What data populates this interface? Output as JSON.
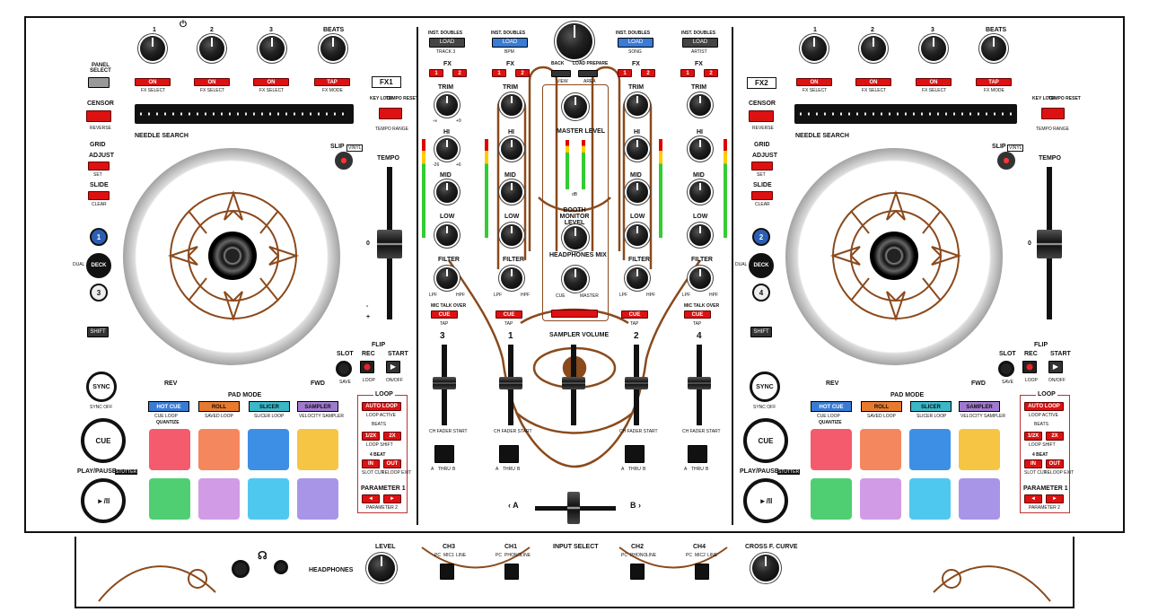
{
  "left_deck": {
    "fx_unit": "FX1",
    "fx_knob_labels": [
      "1",
      "2",
      "3",
      "BEATS"
    ],
    "fx_buttons": [
      "ON",
      "ON",
      "ON",
      "TAP"
    ],
    "fx_button_sub": [
      "FX SELECT",
      "FX SELECT",
      "FX SELECT",
      "FX MODE"
    ],
    "panel_select": "PANEL SELECT",
    "censor": "CENSOR",
    "reverse": "REVERSE",
    "key_lock": "KEY LOCK",
    "tempo_reset": "TEMPO RESET",
    "tempo_range": "TEMPO RANGE",
    "needle_search": "NEEDLE SEARCH",
    "grid": "GRID",
    "adjust": "ADJUST",
    "set": "SET",
    "slide": "SLIDE",
    "clear": "CLEAR",
    "slip": "SLIP",
    "vinyl": "VINYL",
    "tempo": "TEMPO",
    "deck": "DECK",
    "deck_numbers": [
      "1",
      "3"
    ],
    "dual": "DUAL",
    "shift": "SHIFT",
    "rev": "REV",
    "fwd": "FWD",
    "slot": "SLOT",
    "save": "SAVE",
    "flip": "FLIP",
    "rec": "REC",
    "start": "START",
    "loop_small": "LOOP",
    "on_off": "ON/OFF",
    "sync": "SYNC",
    "sync_off": "SYNC OFF",
    "cue": "CUE",
    "play_pause": "PLAY/PAUSE",
    "stutter": "STUTTER",
    "play_symbol": "►/II",
    "pad_mode": "PAD MODE",
    "modes": [
      "HOT CUE",
      "ROLL",
      "SLICER",
      "SAMPLER"
    ],
    "mode_sub": [
      "CUE LOOP",
      "SAVED LOOP",
      "SLICER LOOP",
      "VELOCITY SAMPLER"
    ],
    "quantize": "QUANTIZE",
    "loop": "LOOP",
    "auto_loop": "AUTO LOOP",
    "loop_active": "LOOP ACTIVE",
    "half_x": "1/2X",
    "two_x": "2X",
    "loop_shift": "LOOP SHIFT",
    "beats": "BEATS",
    "four_beat": "4 BEAT",
    "in": "IN",
    "out": "OUT",
    "slot_cut": "SLOT CUT",
    "reloop_exit": "RELOOP EXIT",
    "parameter1": "PARAMETER 1",
    "parameter2": "PARAMETER 2",
    "tempo_scale": [
      "0",
      "+",
      "-"
    ]
  },
  "right_deck": {
    "fx_unit": "FX2",
    "deck_numbers": [
      "2",
      "4"
    ]
  },
  "mixer": {
    "inst_doubles": "INST. DOUBLES",
    "load": "LOAD",
    "channel_sub": [
      "TRACK 3",
      "BPM",
      "SONG",
      "ARTIST"
    ],
    "fx": "FX",
    "fx_assign": [
      "1",
      "2"
    ],
    "back": "BACK",
    "load_prepare": "LOAD PREPARE",
    "view": "VIEW",
    "area": "AREA",
    "trim": "TRIM",
    "hi": "HI",
    "mid": "MID",
    "low": "LOW",
    "filter": "FILTER",
    "lpf": "LPF",
    "hpf": "HPF",
    "eq_scale": [
      "-26",
      "+6"
    ],
    "trim_scale": [
      "-∞",
      "+9"
    ],
    "master_level": "MASTER LEVEL",
    "db": "dB",
    "booth_monitor_level": "BOOTH MONITOR LEVEL",
    "headphones_mix": "HEADPHONES MIX",
    "cue_label": "CUE",
    "master_label": "MASTER",
    "mic_talk_over": "MIC TALK OVER",
    "tap": "TAP",
    "sampler_volume": "SAMPLER VOLUME",
    "channel_numbers": [
      "3",
      "1",
      "2",
      "4"
    ],
    "ch_fader_start": "CH FADER START",
    "fader_curve": [
      "A",
      "THRU",
      "B"
    ],
    "crossfader_a": "‹ A",
    "crossfader_b": "B ›"
  },
  "front_panel": {
    "headphones": "HEADPHONES",
    "level": "LEVEL",
    "input_select": "INPUT SELECT",
    "ch_labels": [
      "CH3",
      "CH1",
      "CH2",
      "CH4"
    ],
    "input_options": [
      [
        "PC",
        "MIC1",
        "LINE"
      ],
      [
        "PC",
        "PHONO",
        "LINE"
      ],
      [
        "PC",
        "PHONO",
        "LINE"
      ],
      [
        "PC",
        "MIC2",
        "LINE"
      ]
    ],
    "cross_f_curve": "CROSS F. CURVE"
  },
  "colors": {
    "henna": "#8a4a1c",
    "red": "#d11a1a",
    "hot_cue": "#3a7bd5",
    "roll": "#e87a2e",
    "slicer": "#3ab8c8",
    "sampler": "#a07ad0",
    "pads_top": [
      "#f45b6c",
      "#f5875e",
      "#3d8fe6",
      "#f6c544"
    ],
    "pads_bottom": [
      "#4fcf72",
      "#d19be6",
      "#4fc8f0",
      "#a995e8"
    ]
  }
}
